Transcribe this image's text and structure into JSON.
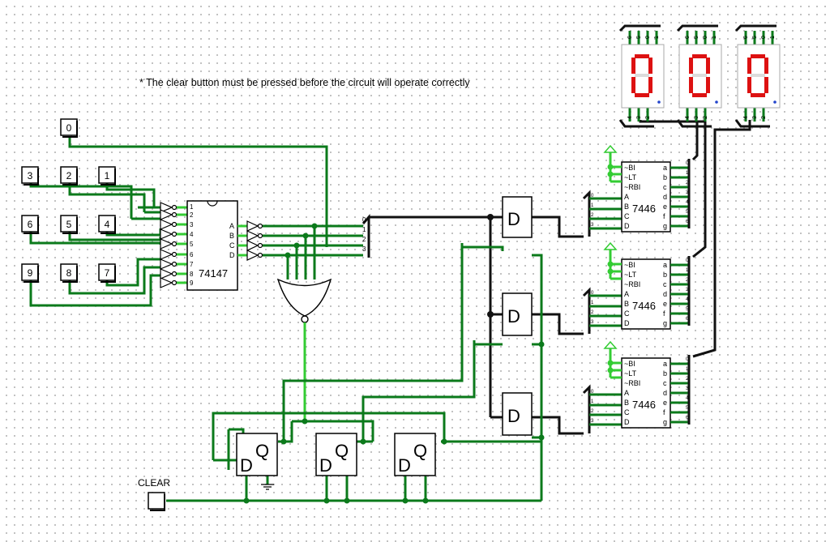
{
  "note": "* The clear button must be pressed before the circuit will operate correctly",
  "buttons": [
    {
      "label": "0"
    },
    {
      "label": "1"
    },
    {
      "label": "2"
    },
    {
      "label": "3"
    },
    {
      "label": "4"
    },
    {
      "label": "5"
    },
    {
      "label": "6"
    },
    {
      "label": "7"
    },
    {
      "label": "8"
    },
    {
      "label": "9"
    }
  ],
  "encoder": {
    "name": "74147",
    "inputs": [
      "1",
      "2",
      "3",
      "4",
      "5",
      "6",
      "7",
      "8",
      "9"
    ],
    "outputs": [
      "A",
      "B",
      "C",
      "D"
    ]
  },
  "bus_labels": [
    "0",
    "1",
    "2",
    "3"
  ],
  "decoders": [
    {
      "name": "7446",
      "inputs": [
        "~BI",
        "~LT",
        "~RBI",
        "A",
        "B",
        "C",
        "D"
      ],
      "outputs": [
        "a",
        "b",
        "c",
        "d",
        "e",
        "f",
        "g"
      ],
      "bus": [
        "0",
        "1",
        "2",
        "3"
      ],
      "out_bits": [
        "0",
        "1",
        "2",
        "3",
        "4",
        "5",
        "6"
      ]
    },
    {
      "name": "7446",
      "inputs": [
        "~BI",
        "~LT",
        "~RBI",
        "A",
        "B",
        "C",
        "D"
      ],
      "outputs": [
        "a",
        "b",
        "c",
        "d",
        "e",
        "f",
        "g"
      ],
      "bus": [
        "0",
        "1",
        "2",
        "3"
      ],
      "out_bits": [
        "0",
        "1",
        "2",
        "3",
        "4",
        "5",
        "6"
      ]
    },
    {
      "name": "7446",
      "inputs": [
        "~BI",
        "~LT",
        "~RBI",
        "A",
        "B",
        "C",
        "D"
      ],
      "outputs": [
        "a",
        "b",
        "c",
        "d",
        "e",
        "f",
        "g"
      ],
      "bus": [
        "0",
        "1",
        "2",
        "3"
      ],
      "out_bits": [
        "0",
        "1",
        "2",
        "3",
        "4",
        "5",
        "6"
      ]
    }
  ],
  "displays": [
    {
      "digit": "0"
    },
    {
      "digit": "0"
    },
    {
      "digit": "0"
    }
  ],
  "display_pins": {
    "top": [
      "6",
      "5",
      "0",
      "1"
    ],
    "bottom": [
      "4",
      "3",
      "2"
    ]
  },
  "registers": [
    {
      "label": "D"
    },
    {
      "label": "D"
    },
    {
      "label": "D"
    }
  ],
  "flipflops": [
    {
      "label": "D"
    },
    {
      "label": "D"
    },
    {
      "label": "D"
    }
  ],
  "clear_label": "CLEAR",
  "colors": {
    "wire_on": "#0b7a1b",
    "wire_bright": "#33cc33",
    "bus": "#111111",
    "segment_on": "#dd1111"
  }
}
